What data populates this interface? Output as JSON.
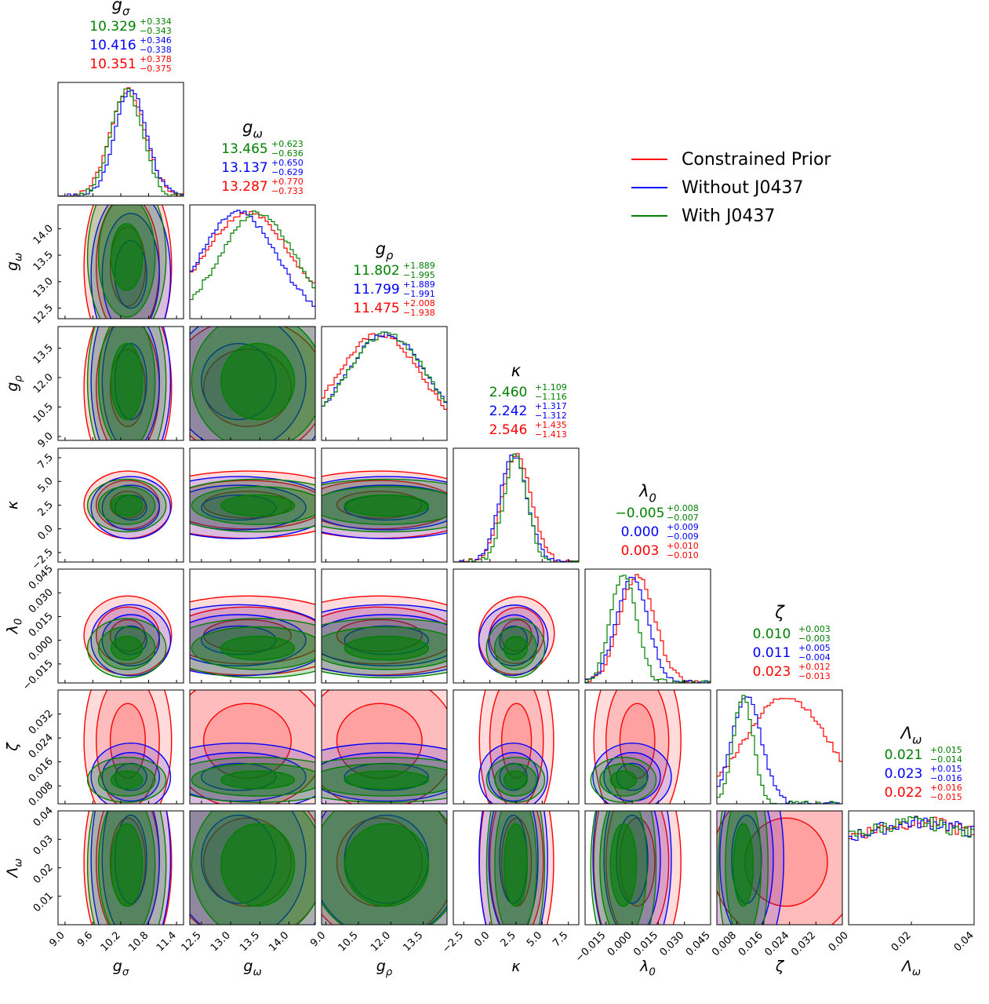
{
  "chart_data": {
    "type": "corner",
    "parameters": [
      {
        "id": "g_sigma",
        "label": "g",
        "sub": "σ",
        "ticks": [
          "9.0",
          "9.6",
          "10.2",
          "10.8",
          "11.4"
        ],
        "tickvals": [
          9.0,
          9.6,
          10.2,
          10.8,
          11.4
        ],
        "range": [
          8.85,
          11.55
        ],
        "stats": [
          {
            "median": "10.329",
            "plus": "+0.334",
            "minus": "−0.343"
          },
          {
            "median": "10.416",
            "plus": "+0.346",
            "minus": "−0.338"
          },
          {
            "median": "10.351",
            "plus": "+0.378",
            "minus": "−0.375"
          }
        ]
      },
      {
        "id": "g_omega",
        "label": "g",
        "sub": "ω",
        "ticks": [
          "12.5",
          "13.0",
          "13.5",
          "14.0"
        ],
        "tickvals": [
          12.5,
          13.0,
          13.5,
          14.0
        ],
        "range": [
          12.3,
          14.45
        ],
        "stats": [
          {
            "median": "13.465",
            "plus": "+0.623",
            "minus": "−0.636"
          },
          {
            "median": "13.137",
            "plus": "+0.650",
            "minus": "−0.629"
          },
          {
            "median": "13.287",
            "plus": "+0.770",
            "minus": "−0.733"
          }
        ]
      },
      {
        "id": "g_rho",
        "label": "g",
        "sub": "ρ",
        "ticks": [
          "9.0",
          "10.5",
          "12.0",
          "13.5"
        ],
        "tickvals": [
          9.0,
          10.5,
          12.0,
          13.5
        ],
        "range": [
          8.8,
          14.6
        ],
        "stats": [
          {
            "median": "11.802",
            "plus": "+1.889",
            "minus": "−1.995"
          },
          {
            "median": "11.799",
            "plus": "+1.889",
            "minus": "−1.991"
          },
          {
            "median": "11.475",
            "plus": "+2.008",
            "minus": "−1.938"
          }
        ]
      },
      {
        "id": "kappa",
        "label": "κ",
        "sub": "",
        "ticks": [
          "−2.5",
          "0.0",
          "2.5",
          "5.0",
          "7.5"
        ],
        "tickvals": [
          -2.5,
          0,
          2.5,
          5,
          7.5
        ],
        "range": [
          -3.5,
          8.5
        ],
        "stats": [
          {
            "median": "2.460",
            "plus": "+1.109",
            "minus": "−1.116"
          },
          {
            "median": "2.242",
            "plus": "+1.317",
            "minus": "−1.312"
          },
          {
            "median": "2.546",
            "plus": "+1.435",
            "minus": "−1.413"
          }
        ]
      },
      {
        "id": "lambda0",
        "label": "λ",
        "sub": "0",
        "ticks": [
          "−0.015",
          "0.000",
          "0.015",
          "0.030",
          "0.045"
        ],
        "tickvals": [
          -0.015,
          0,
          0.015,
          0.03,
          0.045
        ],
        "range": [
          -0.027,
          0.045
        ],
        "stats": [
          {
            "median": "−0.005",
            "plus": "+0.008",
            "minus": "−0.007"
          },
          {
            "median": "0.000",
            "plus": "+0.009",
            "minus": "−0.009"
          },
          {
            "median": "0.003",
            "plus": "+0.010",
            "minus": "−0.010"
          }
        ]
      },
      {
        "id": "zeta",
        "label": "ζ",
        "sub": "",
        "ticks": [
          "0.008",
          "0.016",
          "0.024",
          "0.032"
        ],
        "tickvals": [
          0.008,
          0.016,
          0.024,
          0.032
        ],
        "range": [
          0.002,
          0.04
        ],
        "stats": [
          {
            "median": "0.010",
            "plus": "+0.003",
            "minus": "−0.003"
          },
          {
            "median": "0.011",
            "plus": "+0.005",
            "minus": "−0.004"
          },
          {
            "median": "0.023",
            "plus": "+0.012",
            "minus": "−0.013"
          }
        ]
      },
      {
        "id": "Lambda_omega",
        "label": "Λ",
        "sub": "ω",
        "ticks": [
          "0.00",
          "0.02",
          "0.04"
        ],
        "tickvals": [
          0,
          0.02,
          0.04
        ],
        "range": [
          0,
          0.04
        ],
        "stats": [
          {
            "median": "0.021",
            "plus": "+0.015",
            "minus": "−0.014"
          },
          {
            "median": "0.023",
            "plus": "+0.015",
            "minus": "−0.016"
          },
          {
            "median": "0.022",
            "plus": "+0.016",
            "minus": "−0.015"
          }
        ]
      }
    ],
    "yticks": {
      "g_omega": {
        "ticks": [
          "12.5",
          "13.0",
          "13.5",
          "14.0"
        ],
        "vals": [
          12.5,
          13.0,
          13.5,
          14.0
        ]
      },
      "g_rho": {
        "ticks": [
          "9.0",
          "10.5",
          "12.0",
          "13.5"
        ],
        "vals": [
          9.0,
          10.5,
          12.0,
          13.5
        ]
      },
      "kappa": {
        "ticks": [
          "−2.5",
          "0.0",
          "2.5",
          "5.0",
          "7.5"
        ],
        "vals": [
          -2.5,
          0,
          2.5,
          5,
          7.5
        ]
      },
      "lambda0": {
        "ticks": [
          "−0.015",
          "0.000",
          "0.015",
          "0.030",
          "0.045"
        ],
        "vals": [
          -0.015,
          0,
          0.015,
          0.03,
          0.045
        ]
      },
      "zeta": {
        "ticks": [
          "0.008",
          "0.016",
          "0.024",
          "0.032"
        ],
        "vals": [
          0.008,
          0.016,
          0.024,
          0.032
        ]
      },
      "Lambda_omega": {
        "ticks": [
          "0.01",
          "0.02",
          "0.03",
          "0.04"
        ],
        "vals": [
          0.01,
          0.02,
          0.03,
          0.04
        ]
      }
    },
    "series": [
      {
        "name": "Constrained Prior",
        "color": "#ff0000",
        "fill": "#ff0000",
        "means": [
          10.351,
          13.287,
          11.475,
          2.546,
          0.003,
          0.023,
          0.022
        ],
        "sds": [
          0.377,
          0.75,
          1.97,
          1.42,
          0.01,
          0.0125,
          0.0155
        ]
      },
      {
        "name": "Without J0437",
        "color": "#0000ff",
        "fill": "#0000ff",
        "means": [
          10.416,
          13.137,
          11.799,
          2.242,
          0.0,
          0.011,
          0.023
        ],
        "sds": [
          0.342,
          0.64,
          1.94,
          1.31,
          0.009,
          0.0045,
          0.0155
        ]
      },
      {
        "name": "With J0437",
        "color": "#008000",
        "fill": "#008000",
        "means": [
          10.329,
          13.465,
          11.802,
          2.46,
          -0.005,
          0.01,
          0.021
        ],
        "sds": [
          0.338,
          0.63,
          1.94,
          1.11,
          0.0075,
          0.003,
          0.0145
        ]
      }
    ],
    "correlation": {
      "kappa_lambda0": -0.8
    }
  }
}
